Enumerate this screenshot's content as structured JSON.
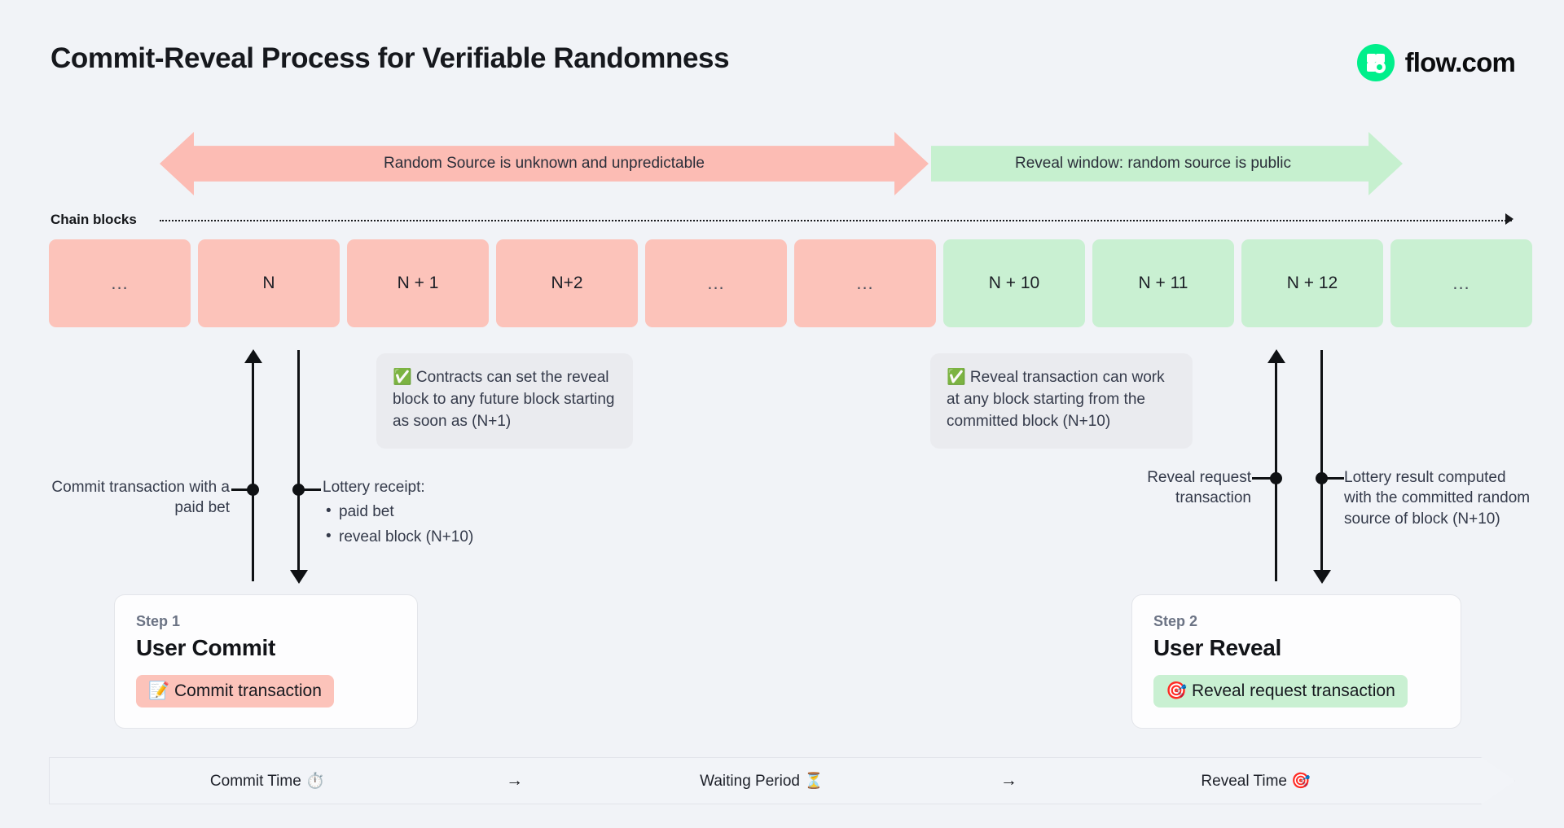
{
  "header": {
    "title": "Commit-Reveal Process for Verifiable Randomness",
    "brand_name": "flow.com",
    "brand_color": "#00ef8b"
  },
  "banners": {
    "pink_label": "Random Source is unknown and unpredictable",
    "green_label": "Reveal window: random source is public",
    "pink_color": "#fcbcb4",
    "green_color": "#c6f0cf"
  },
  "chain": {
    "label": "Chain blocks",
    "blocks": [
      {
        "label": "...",
        "state": "pink"
      },
      {
        "label": "N",
        "state": "pink"
      },
      {
        "label": "N + 1",
        "state": "pink"
      },
      {
        "label": "N+2",
        "state": "pink"
      },
      {
        "label": "...",
        "state": "pink"
      },
      {
        "label": "...",
        "state": "pink"
      },
      {
        "label": "N + 10",
        "state": "green"
      },
      {
        "label": "N + 11",
        "state": "green"
      },
      {
        "label": "N + 12",
        "state": "green"
      },
      {
        "label": "...",
        "state": "green"
      }
    ]
  },
  "callouts": {
    "commit": "✅ Contracts can set the reveal block to any future block starting as soon as (N+1)",
    "reveal": "✅ Reveal transaction can work at any block starting from the committed block (N+10)"
  },
  "annotations": {
    "commit_tx": "Commit transaction with a paid bet",
    "receipt_title": "Lottery receipt:",
    "receipt_items": [
      "paid bet",
      "reveal block (N+10)"
    ],
    "reveal_request": "Reveal request transaction",
    "lottery_result": "Lottery result computed with the committed random source of block (N+10)"
  },
  "steps": [
    {
      "eyebrow": "Step 1",
      "title": "User Commit",
      "pill_label": "📝 Commit transaction",
      "pill_color": "#fcc3ba"
    },
    {
      "eyebrow": "Step 2",
      "title": "User Reveal",
      "pill_label": "🎯 Reveal request transaction",
      "pill_color": "#c9f0d2"
    }
  ],
  "phases": {
    "items": [
      "Commit Time ⏱️",
      "Waiting Period ⏳",
      "Reveal Time 🎯"
    ],
    "separator": "→"
  }
}
